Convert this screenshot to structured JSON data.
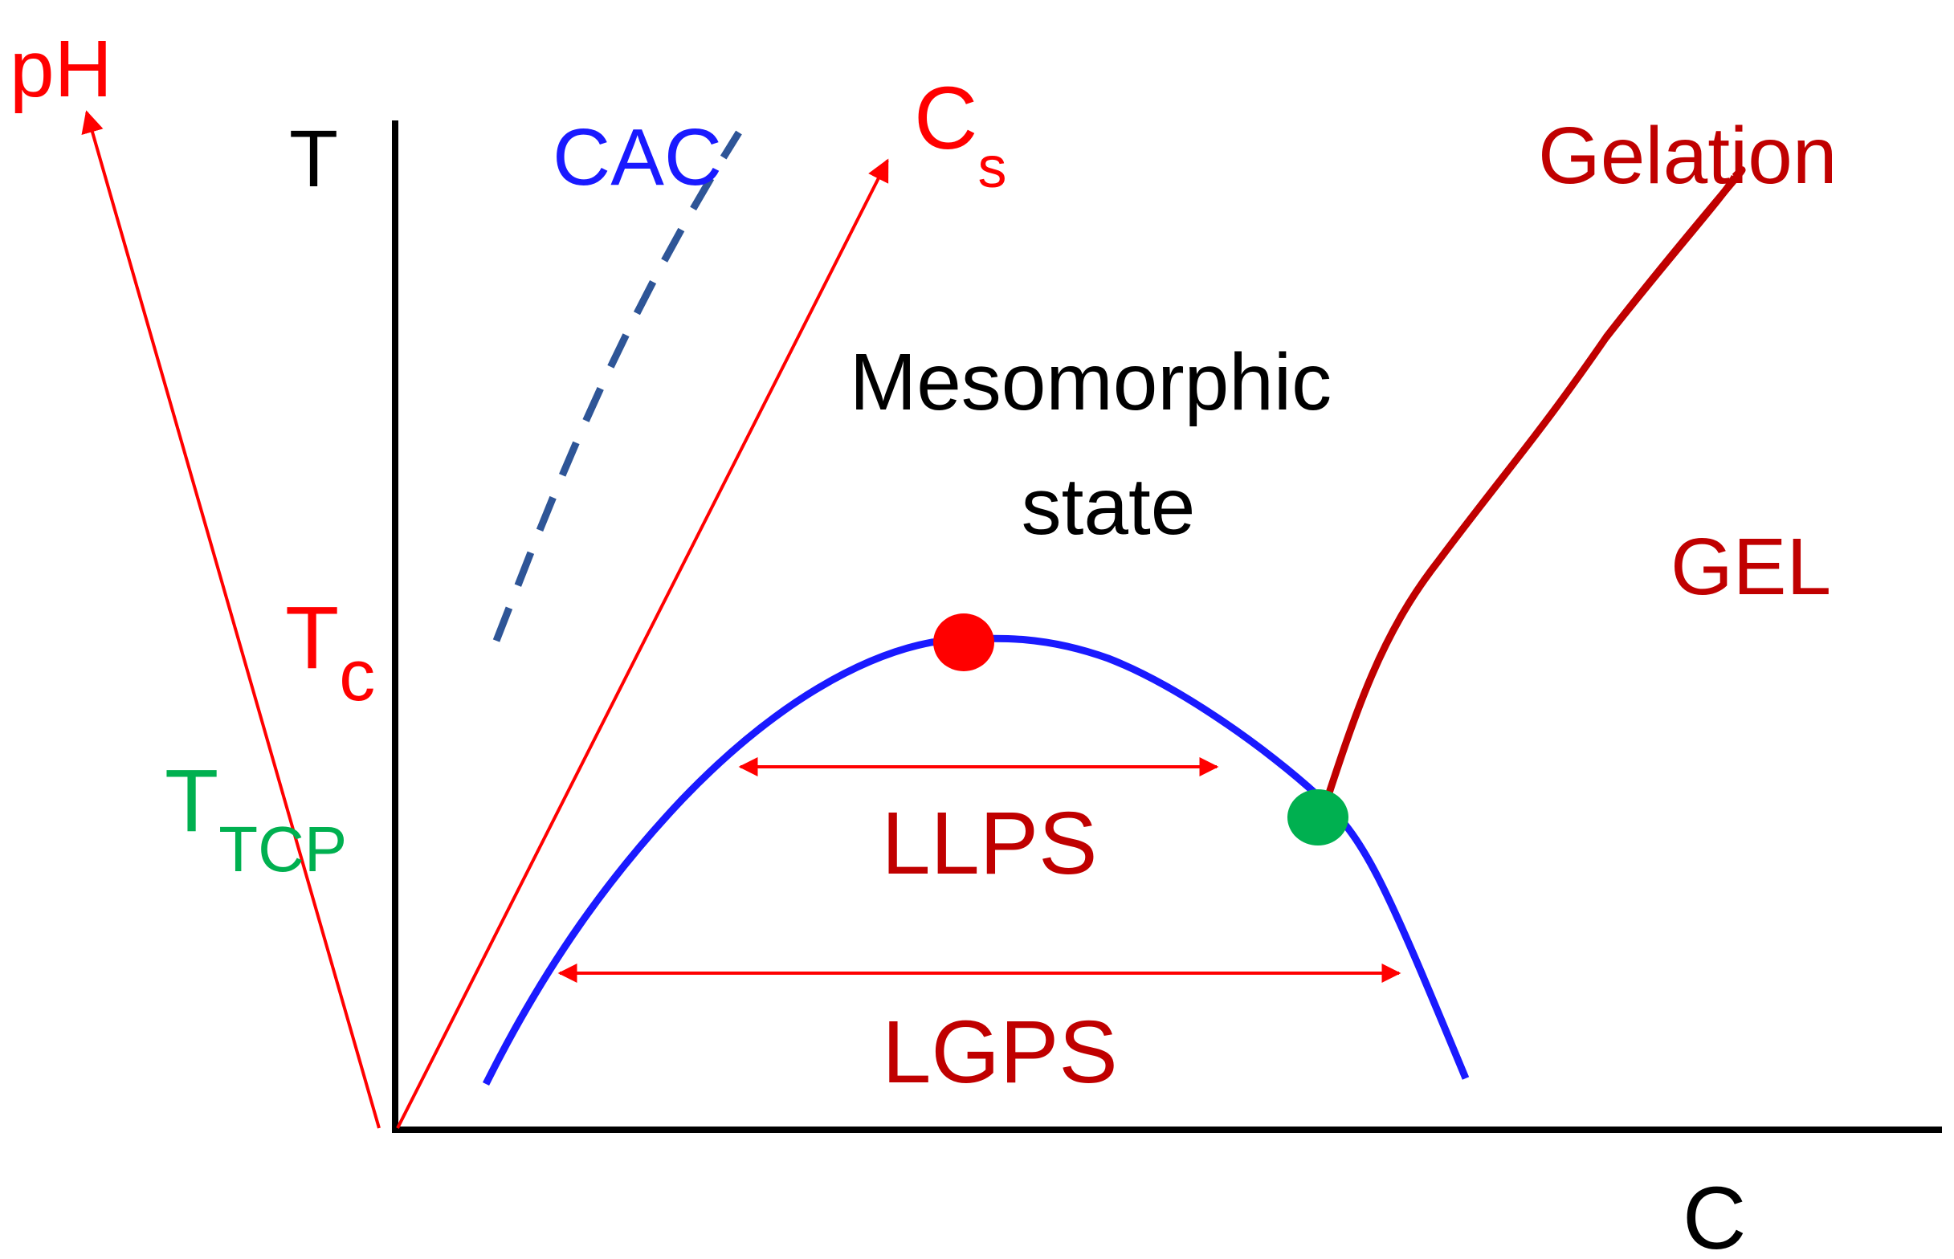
{
  "labels": {
    "ph": "pH",
    "t_axis": "T",
    "c_axis": "C",
    "cac": "CAC",
    "cs_main": "C",
    "cs_sub": "s",
    "gelation": "Gelation",
    "mesomorphic_line1": "Mesomorphic",
    "mesomorphic_line2": "state",
    "gel": "GEL",
    "tc_main": "T",
    "tc_sub": "c",
    "ttcp_main": "T",
    "ttcp_sub": "TCP",
    "llps": "LLPS",
    "lgps": "LGPS"
  },
  "colors": {
    "axis": "#000000",
    "red": "#ff0000",
    "dark_red": "#c00000",
    "blue": "#1a1aff",
    "dashed": "#2e5597",
    "green": "#00b050"
  }
}
